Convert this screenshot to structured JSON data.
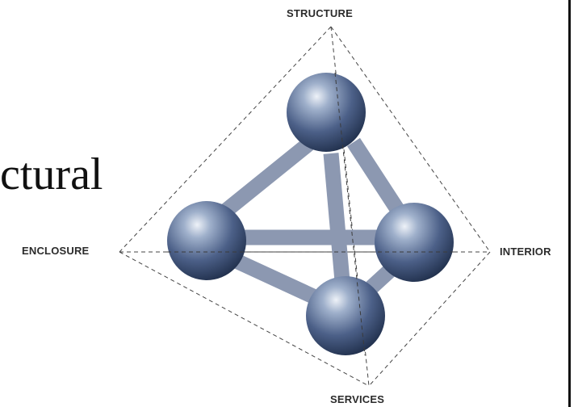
{
  "slide": {
    "text_fragment": "ctural"
  },
  "diagram": {
    "labels": {
      "top": "STRUCTURE",
      "left": "ENCLOSURE",
      "right": "INTERIOR",
      "bottom": "SERVICES"
    },
    "colors": {
      "sphere_dark": "#233552",
      "sphere_mid": "#5a6f94",
      "sphere_light": "#dfe6f2",
      "strut": "#8c98b1",
      "dashed_line": "#444444",
      "label_text": "#2b2b2b"
    }
  }
}
